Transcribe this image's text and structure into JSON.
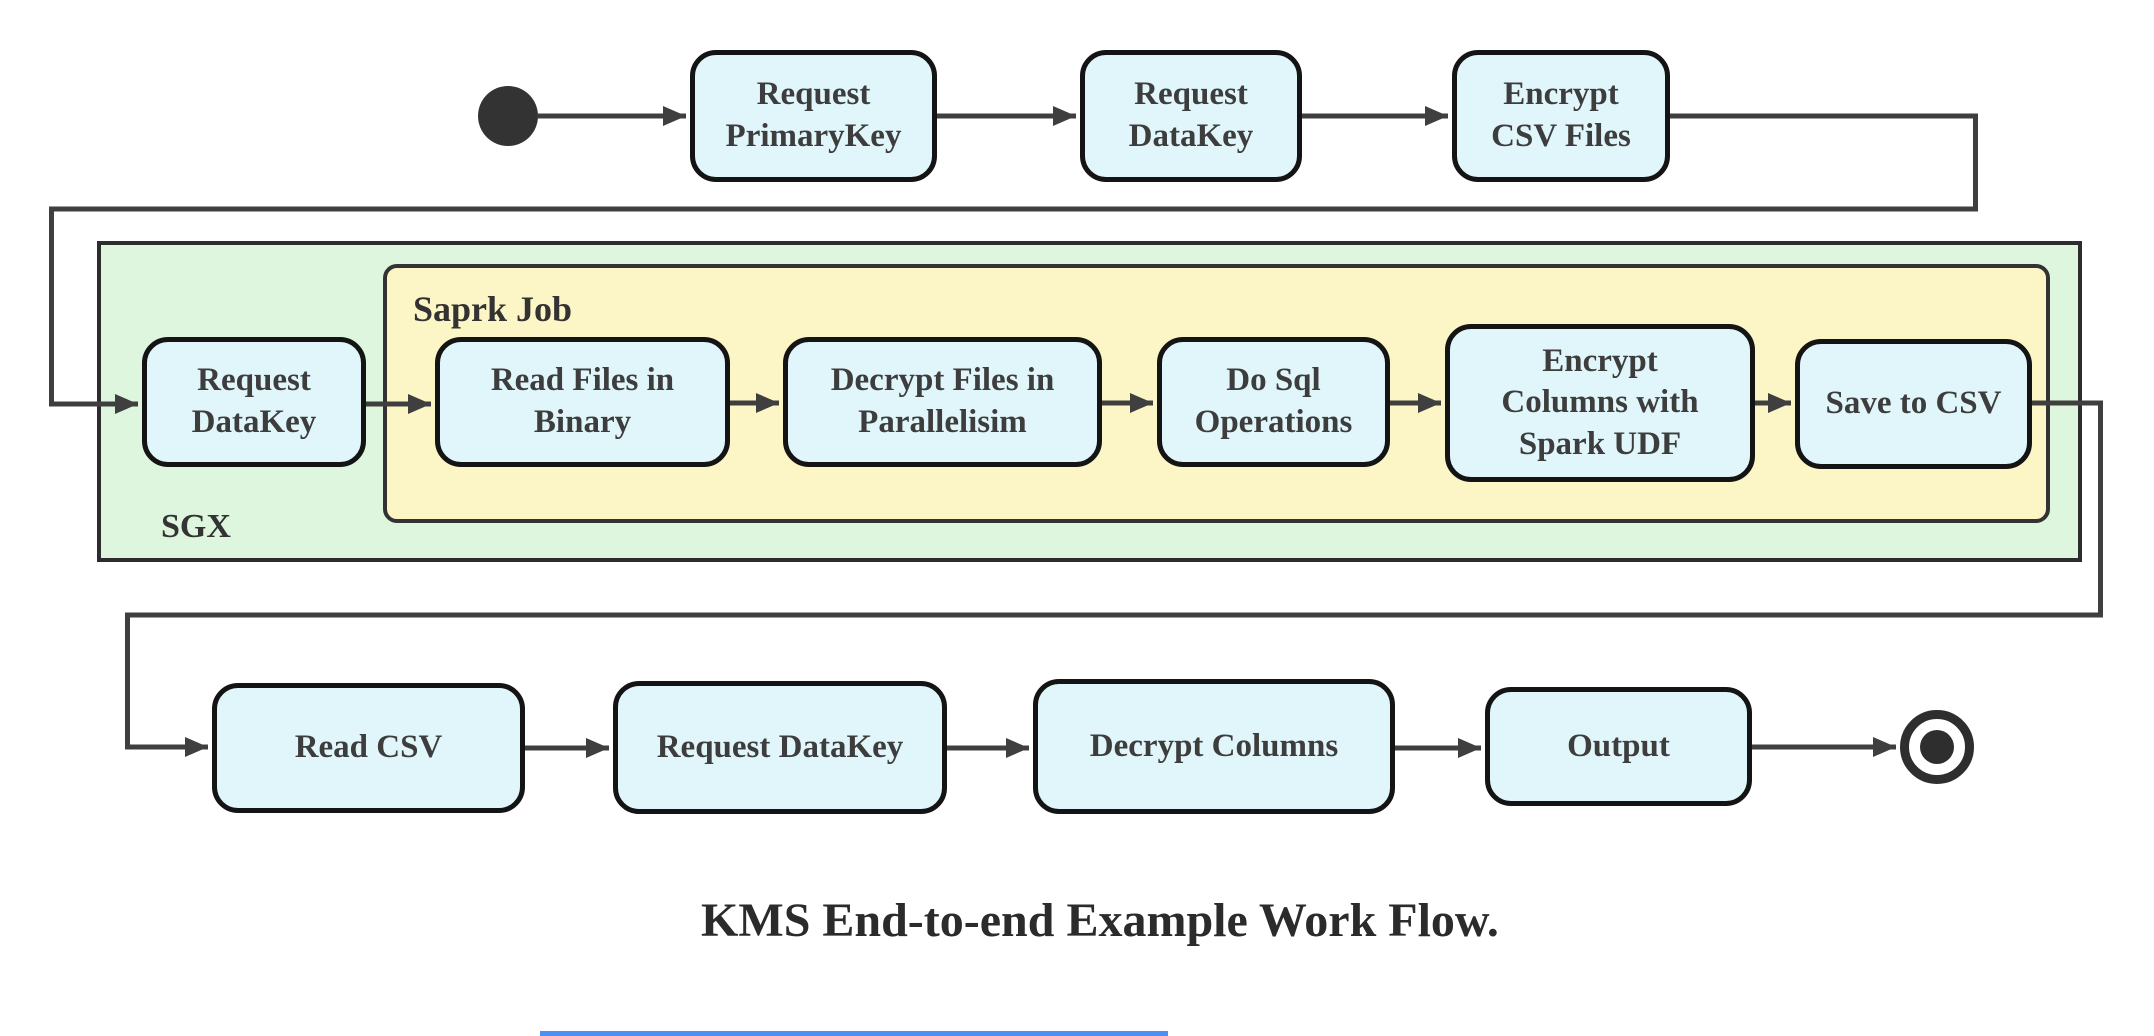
{
  "caption": "KMS End-to-end Example Work Flow.",
  "colors": {
    "node_fill": "#e0f6fb",
    "node_border": "#141414",
    "node_text": "#3d3d3d",
    "sgx_fill": "#ddf6dd",
    "sgx_border": "#2d2d2d",
    "spark_fill": "#fcf5c6",
    "spark_border": "#333333",
    "edge_line": "#3f3f3f",
    "start_dot": "#333333",
    "end_ring": "#2e2e2e",
    "bottom_bar": "#4d8ef7"
  },
  "containers": {
    "sgx": {
      "label": "SGX"
    },
    "spark_job": {
      "label": "Saprk Job"
    }
  },
  "nodes": {
    "request_primarykey": {
      "label": "Request\nPrimaryKey"
    },
    "request_datakey_top": {
      "label": "Request\nDataKey"
    },
    "encrypt_csv_files": {
      "label": "Encrypt\nCSV Files"
    },
    "request_datakey_sgx": {
      "label": "Request\nDataKey"
    },
    "read_files_in_binary": {
      "label": "Read Files in\nBinary"
    },
    "decrypt_files_in_parallelisim": {
      "label": "Decrypt Files in\nParallelisim"
    },
    "do_sql_operations": {
      "label": "Do Sql\nOperations"
    },
    "encrypt_columns_with_spark_udf": {
      "label": "Encrypt\nColumns with\nSpark UDF"
    },
    "save_to_csv": {
      "label": "Save to CSV"
    },
    "read_csv": {
      "label": "Read CSV"
    },
    "request_datakey_bottom": {
      "label": "Request DataKey"
    },
    "decrypt_columns": {
      "label": "Decrypt Columns"
    },
    "output": {
      "label": "Output"
    }
  }
}
